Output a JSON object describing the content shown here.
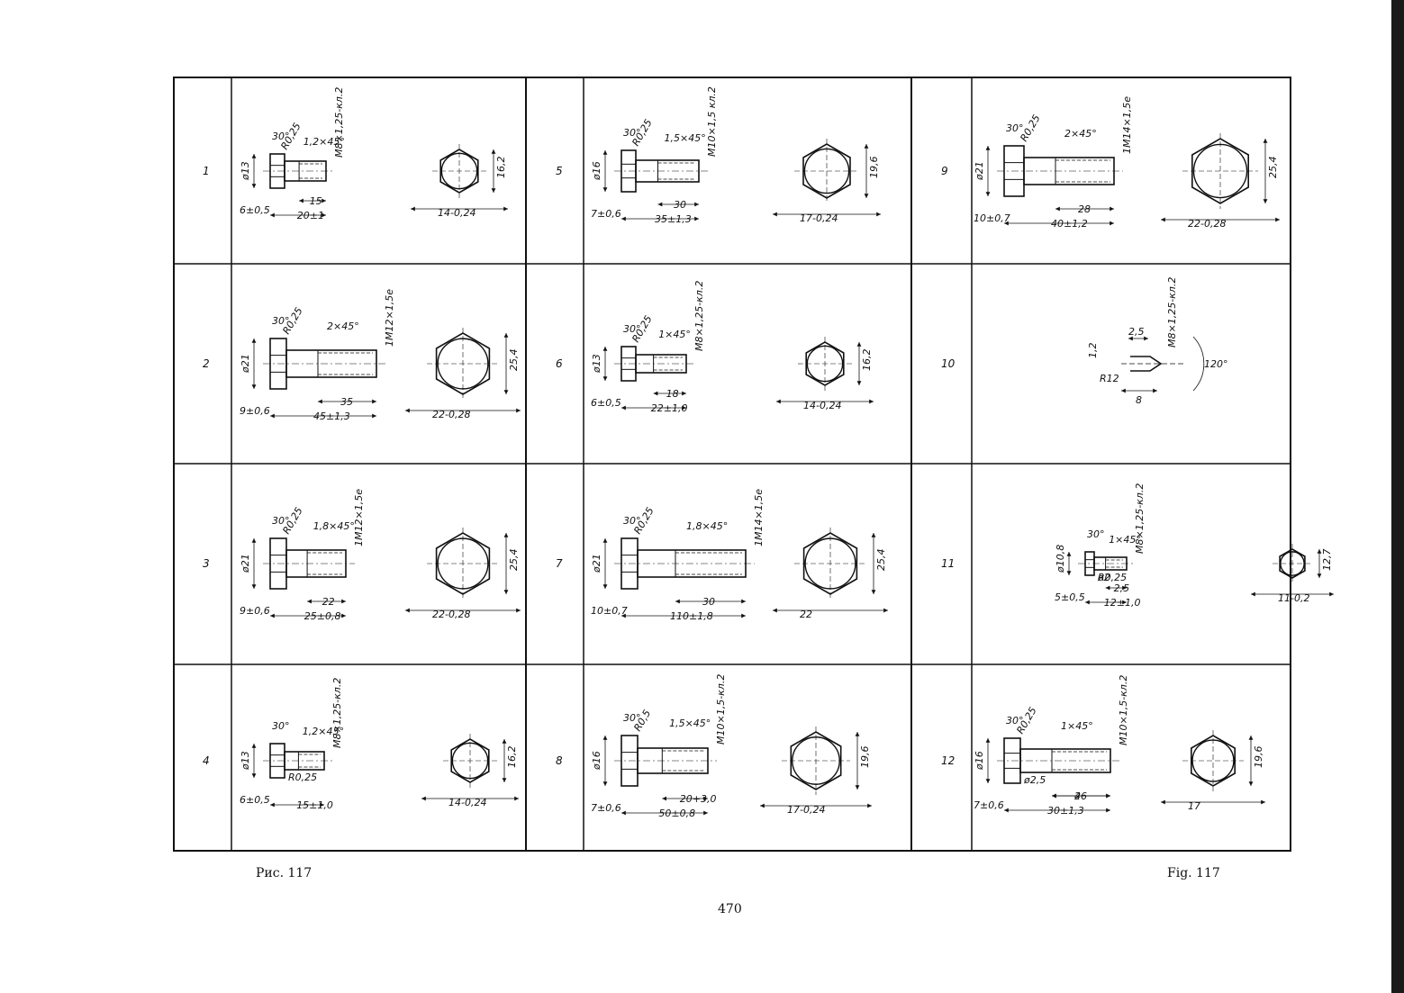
{
  "captions": {
    "left": "Рис. 117",
    "right": "Fig. 117",
    "page_number": "470"
  },
  "cells": [
    {
      "num": "1",
      "labels": [
        "30°",
        "R0,25",
        "1,2×45°",
        "M8×1,25-кл.2",
        "ø13",
        "15",
        "6±0,5",
        "20±1",
        "16,2",
        "14-0,24"
      ]
    },
    {
      "num": "2",
      "labels": [
        "30°",
        "R0,25",
        "2×45°",
        "1M12×1,5e",
        "ø21",
        "35",
        "9±0,6",
        "45±1,3",
        "25,4",
        "22-0,28"
      ]
    },
    {
      "num": "3",
      "labels": [
        "30°",
        "R0,25",
        "1,8×45°",
        "1M12×1,5e",
        "ø21",
        "22",
        "9±0,6",
        "25±0,8",
        "25,4",
        "22-0,28"
      ]
    },
    {
      "num": "4",
      "labels": [
        "30°",
        "1,2×45°",
        "M8×1,25-кл.2",
        "ø13",
        "R0,25",
        "6±0,5",
        "15±1,0",
        "16,2",
        "14-0,24"
      ]
    },
    {
      "num": "5",
      "labels": [
        "30°",
        "R0,25",
        "1,5×45°",
        "M10×1,5 кл.2",
        "ø16",
        "30",
        "7±0,6",
        "35±1,3",
        "19,6",
        "17-0,24"
      ]
    },
    {
      "num": "6",
      "labels": [
        "30°",
        "R0,25",
        "1×45°",
        "M8×1,25-кл.2",
        "ø13",
        "18",
        "6±0,5",
        "22±1,0",
        "16,2",
        "14-0,24"
      ]
    },
    {
      "num": "7",
      "labels": [
        "30°",
        "R0,25",
        "1,8×45°",
        "1M14×1,5e",
        "ø21",
        "30",
        "10±0,7",
        "110±1,8",
        "25,4",
        "22"
      ]
    },
    {
      "num": "8",
      "labels": [
        "30°",
        "R0,5",
        "1,5×45°",
        "M10×1,5-кл.2",
        "ø16",
        "20+3,0",
        "7±0,6",
        "50±0,8",
        "19,6",
        "17-0,24"
      ]
    },
    {
      "num": "9",
      "labels": [
        "30°",
        "R0,25",
        "2×45°",
        "1M14×1,5e",
        "ø21",
        "28",
        "10±0,7",
        "40±1,2",
        "25,4",
        "22-0,28"
      ]
    },
    {
      "num": "10",
      "labels": [
        "2,5",
        "1,2",
        "R12",
        "8",
        "M8×1,25-кл.2",
        "120°"
      ]
    },
    {
      "num": "11",
      "labels": [
        "30°",
        "1×45°",
        "M8×1,25-кл.2",
        "ø10,8",
        "ø2",
        "R0,25",
        "2,5",
        "5±0,5",
        "12±1,0",
        "12,7",
        "11-0,2"
      ]
    },
    {
      "num": "12",
      "labels": [
        "30°",
        "R0,25",
        "1×45°",
        "M10×1,5-кл.2",
        "ø16",
        "ø2,5",
        "4",
        "26",
        "7±0,6",
        "30±1,3",
        "19,6",
        "17"
      ]
    }
  ]
}
